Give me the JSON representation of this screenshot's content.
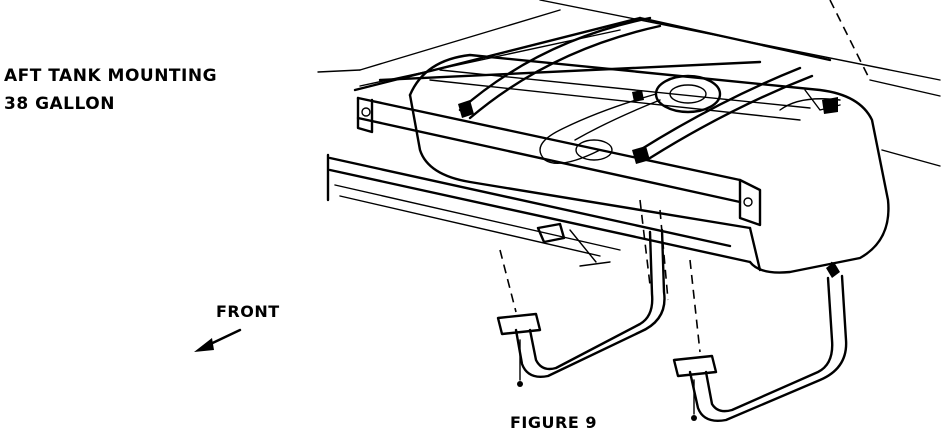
{
  "caption": {
    "title_line1": "AFT TANK MOUNTING",
    "title_line2": "38 GALLON",
    "front_label": "FRONT",
    "figure_label": "FIGURE 9"
  },
  "illustration": {
    "subject": "fuel-tank-assembly",
    "parts": [
      "tank",
      "frame-rails",
      "crossmember",
      "tank-straps",
      "brackets",
      "fuel-sender",
      "front-arrow"
    ]
  }
}
